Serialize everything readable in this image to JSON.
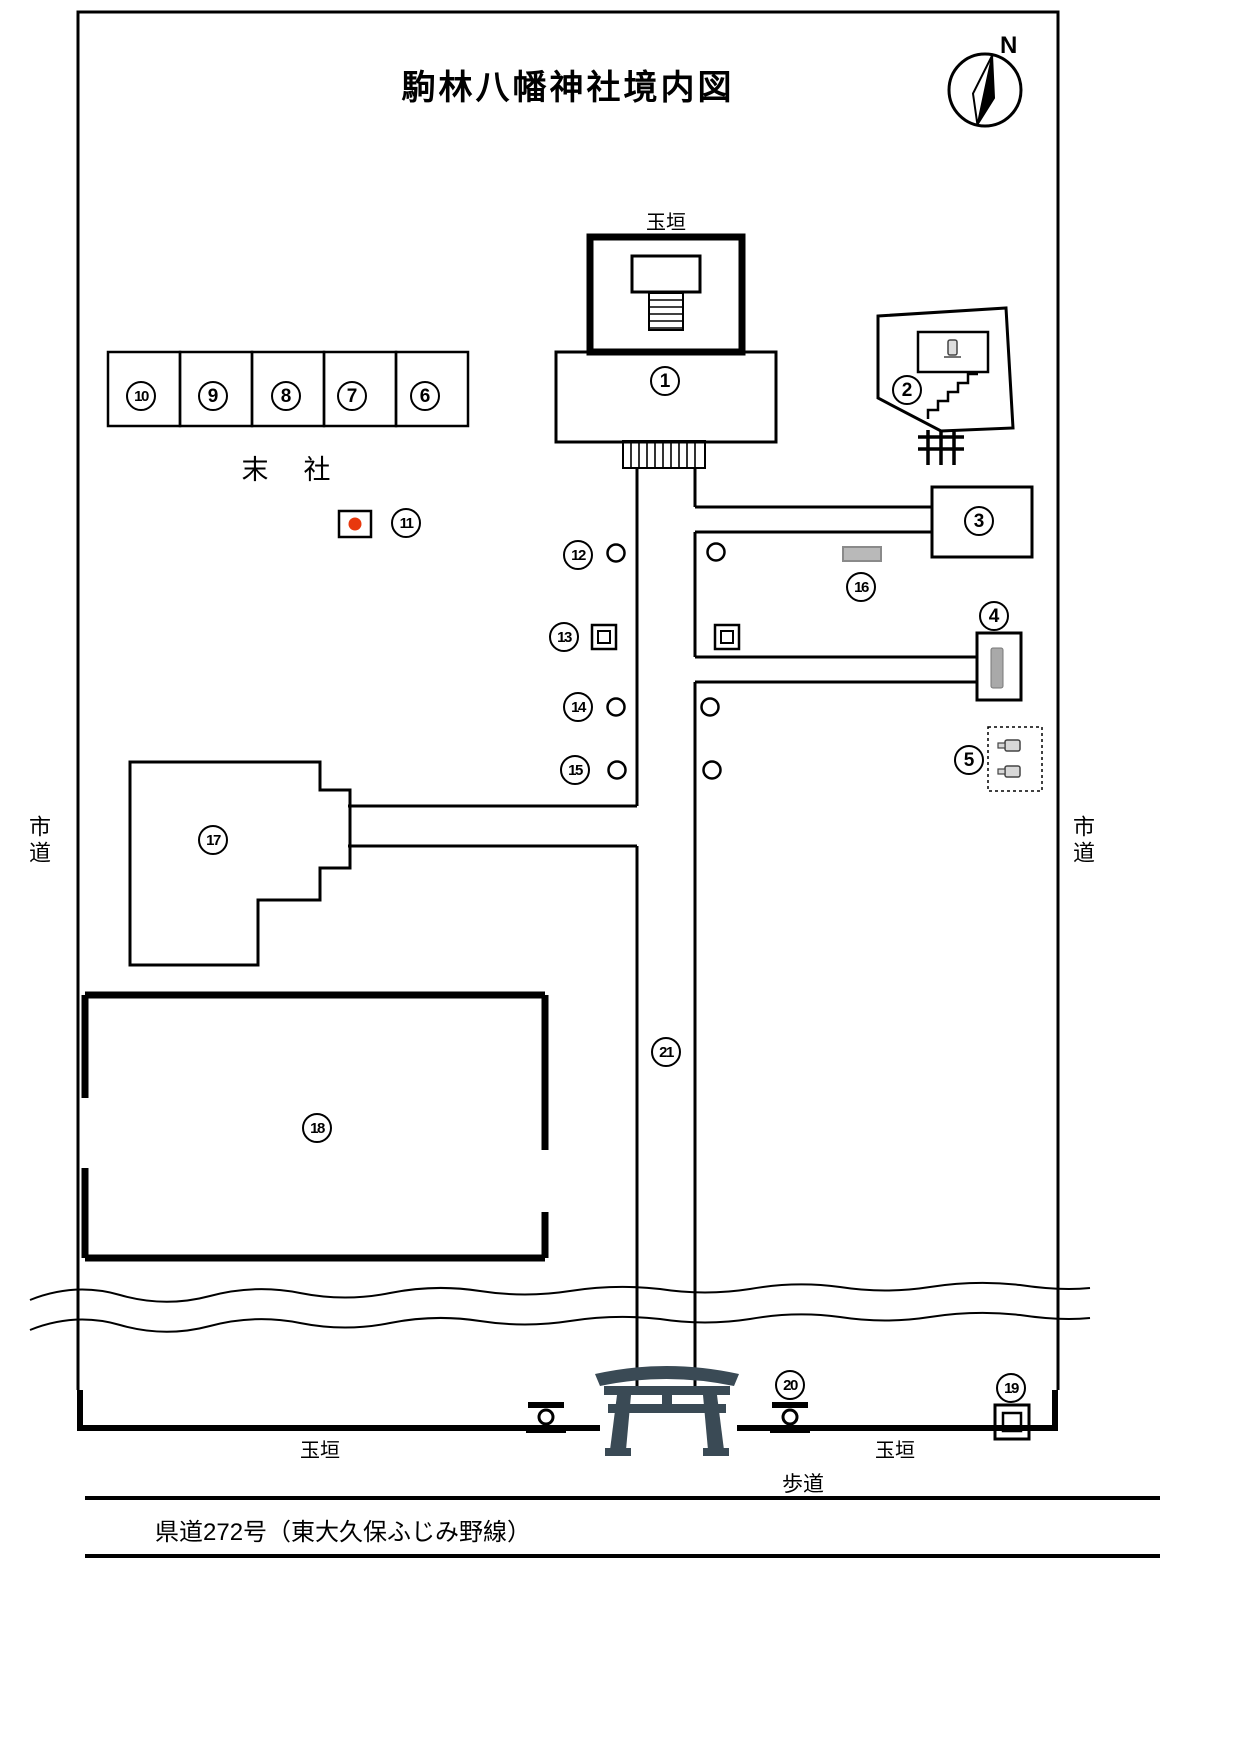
{
  "title": "駒林八幡神社境内図",
  "compass": {
    "north_label": "N"
  },
  "area_labels": {
    "tamagaki_top": "玉垣",
    "massha": "末　社",
    "tamagaki_bottom_left": "玉垣",
    "tamagaki_bottom_right": "玉垣",
    "sidewalk": "歩道",
    "city_road_left": "市道",
    "city_road_right": "市道",
    "prefectural_road": "県道272号（東大久保ふじみ野線）"
  },
  "markers": [
    "1",
    "2",
    "3",
    "4",
    "5",
    "6",
    "7",
    "8",
    "9",
    "10",
    "11",
    "12",
    "13",
    "14",
    "15",
    "16",
    "17",
    "18",
    "19",
    "20",
    "21"
  ]
}
